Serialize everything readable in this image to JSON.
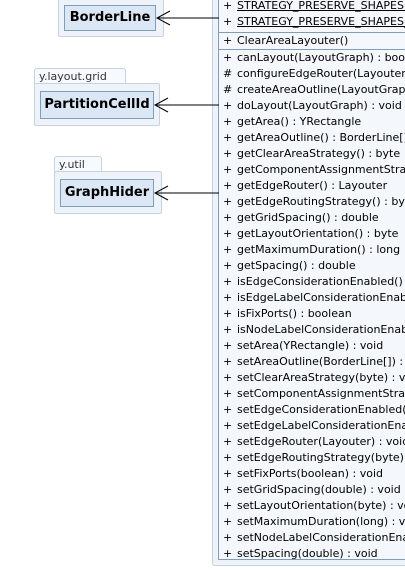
{
  "dependencies": [
    {
      "package": "",
      "name": "BorderLine"
    },
    {
      "package": "y.layout.grid",
      "name": "PartitionCellId"
    },
    {
      "package": "y.util",
      "name": "GraphHider"
    }
  ],
  "class_box": {
    "fields": [
      {
        "vis": "+",
        "text": "STRATEGY_PRESERVE_SHAPES : byte"
      },
      {
        "vis": "+",
        "text": "STRATEGY_PRESERVE_SHAPES_UNIFORM : byte"
      }
    ],
    "constructors": [
      {
        "vis": "+",
        "text": "ClearAreaLayouter()"
      }
    ],
    "methods": [
      {
        "vis": "+",
        "text": "canLayout(LayoutGraph) : boolean"
      },
      {
        "vis": "#",
        "text": "configureEdgeRouter(Layouter) : void"
      },
      {
        "vis": "#",
        "text": "createAreaOutline(LayoutGraph) : BorderLine[]"
      },
      {
        "vis": "+",
        "text": "doLayout(LayoutGraph) : void"
      },
      {
        "vis": "+",
        "text": "getArea() : YRectangle"
      },
      {
        "vis": "+",
        "text": "getAreaOutline() : BorderLine[]"
      },
      {
        "vis": "+",
        "text": "getClearAreaStrategy() : byte"
      },
      {
        "vis": "+",
        "text": "getComponentAssignmentStrategy() : byte"
      },
      {
        "vis": "+",
        "text": "getEdgeRouter() : Layouter"
      },
      {
        "vis": "+",
        "text": "getEdgeRoutingStrategy() : byte"
      },
      {
        "vis": "+",
        "text": "getGridSpacing() : double"
      },
      {
        "vis": "+",
        "text": "getLayoutOrientation() : byte"
      },
      {
        "vis": "+",
        "text": "getMaximumDuration() : long"
      },
      {
        "vis": "+",
        "text": "getSpacing() : double"
      },
      {
        "vis": "+",
        "text": "isEdgeConsiderationEnabled() : boolean"
      },
      {
        "vis": "+",
        "text": "isEdgeLabelConsiderationEnabled() : boolean"
      },
      {
        "vis": "+",
        "text": "isFixPorts() : boolean"
      },
      {
        "vis": "+",
        "text": "isNodeLabelConsiderationEnabled() : boolean"
      },
      {
        "vis": "+",
        "text": "setArea(YRectangle) : void"
      },
      {
        "vis": "+",
        "text": "setAreaOutline(BorderLine[]) : void"
      },
      {
        "vis": "+",
        "text": "setClearAreaStrategy(byte) : void"
      },
      {
        "vis": "+",
        "text": "setComponentAssignmentStrategy(byte) : void"
      },
      {
        "vis": "+",
        "text": "setEdgeConsiderationEnabled(boolean) : void"
      },
      {
        "vis": "+",
        "text": "setEdgeLabelConsiderationEnabled(boolean) : void"
      },
      {
        "vis": "+",
        "text": "setEdgeRouter(Layouter) : void"
      },
      {
        "vis": "+",
        "text": "setEdgeRoutingStrategy(byte) : void"
      },
      {
        "vis": "+",
        "text": "setFixPorts(boolean) : void"
      },
      {
        "vis": "+",
        "text": "setGridSpacing(double) : void"
      },
      {
        "vis": "+",
        "text": "setLayoutOrientation(byte) : void"
      },
      {
        "vis": "+",
        "text": "setMaximumDuration(long) : void"
      },
      {
        "vis": "+",
        "text": "setNodeLabelConsiderationEnabled(boolean) : void"
      },
      {
        "vis": "+",
        "text": "setSpacing(double) : void"
      }
    ]
  },
  "colors": {
    "box_fill": "#dce7f5",
    "box_border": "#7f9db9",
    "outer_fill": "#eef3fa",
    "arrow": "#000000"
  }
}
